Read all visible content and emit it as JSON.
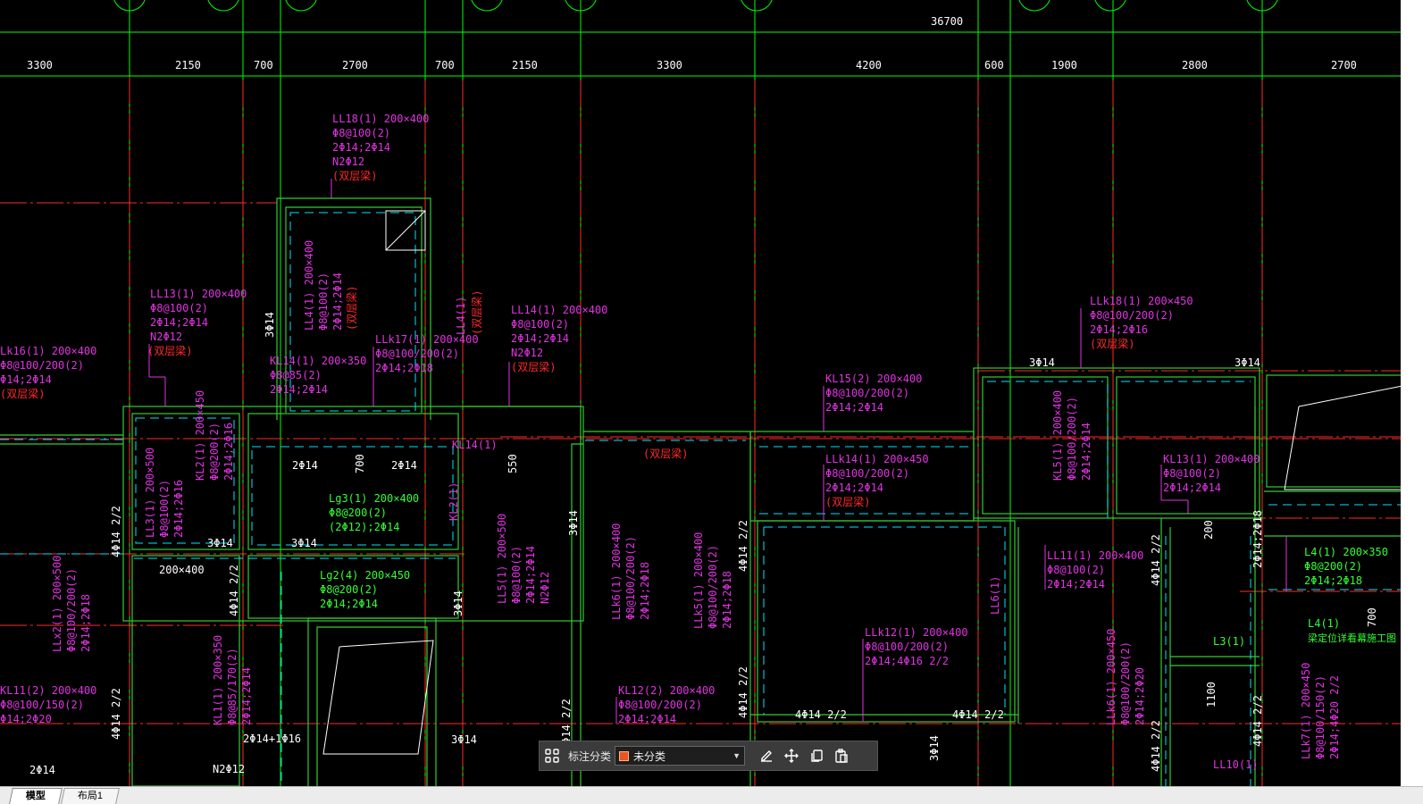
{
  "colors": {
    "background": "#000000",
    "axis": "#00ff00",
    "beam_line": "#ff2a2a",
    "wall": "#33cc33",
    "hidden": "#00e5ff",
    "label": "#e033e0",
    "label_red": "#ff2a2a",
    "label_green": "#33ff33",
    "white": "#ffffff",
    "category_swatch": "#e8551f"
  },
  "dimensions": {
    "total": "36700",
    "spans": [
      "3300",
      "2150",
      "700",
      "2700",
      "700",
      "2150",
      "3300",
      "4200",
      "600",
      "1900",
      "2800",
      "2700"
    ]
  },
  "annotations": {
    "ll18": [
      "LL18(1) 200×400",
      "Φ8@100(2)",
      "2Φ14;2Φ14",
      "N2Φ12"
    ],
    "ll18_note": "(双层梁)",
    "ll4v": [
      "LL4(1) 200×400",
      "Φ8@100(2)",
      "2Φ14;2Φ14"
    ],
    "ll4v_note": "(双层梁)",
    "ll13": [
      "LL13(1) 200×400",
      "Φ8@100(2)",
      "2Φ14;2Φ14",
      "N2Φ12"
    ],
    "ll13_note": "(双层梁)",
    "lk16": [
      "Lk16(1) 200×400",
      "Φ8@100/200(2)",
      "Φ14;2Φ14"
    ],
    "lk16_note": "(双层梁)",
    "kl14": [
      "KL14(1) 200×350",
      "Φ8@85(2)",
      "2Φ14;2Φ14"
    ],
    "llk17": [
      "LLk17(1) 200×400",
      "Φ8@100/200(2)",
      "2Φ14;2Φ18"
    ],
    "ll4b": "LL4(1)",
    "ll4b_note": "(双层梁)",
    "ll14": [
      "LL14(1) 200×400",
      "Φ8@100(2)",
      "2Φ14;2Φ14",
      "N2Φ12"
    ],
    "ll14_note": "(双层梁)",
    "llk18": [
      "LLk18(1) 200×450",
      "Φ8@100/200(2)",
      "2Φ14;2Φ16"
    ],
    "llk18_note": "(双层梁)",
    "kl15": [
      "KL15(2) 200×400",
      "Φ8@100/200(2)",
      "2Φ14;2Φ14"
    ],
    "llk14": [
      "LLk14(1) 200×450",
      "Φ8@100/200(2)",
      "2Φ14;2Φ14"
    ],
    "llk14_note": "(双层梁)",
    "mid_note": "(双层梁)",
    "kl5v": [
      "KL5(1) 200×400",
      "Φ8@100/200(2)",
      "2Φ14;2Φ14"
    ],
    "kl13": [
      "KL13(1) 200×400",
      "Φ8@100(2)",
      "2Φ14;2Φ14"
    ],
    "kl2v": [
      "KL2(1) 200×450",
      "Φ8@200(2)",
      "2Φ14;2Φ16"
    ],
    "ll3v": [
      "LL3(1) 200×500",
      "Φ8@100(2)",
      "2Φ14;2Φ16"
    ],
    "lg3": [
      "Lg3(1) 200×400",
      "Φ8@200(2)",
      "(2Φ12);2Φ14"
    ],
    "lg2": [
      "Lg2(4) 200×450",
      "Φ8@200(2)",
      "2Φ14;2Φ14"
    ],
    "kl14b": "KL14(1)",
    "kl2b": "KL2(1)",
    "ll5v": [
      "LL5(1) 200×500",
      "Φ8@100(2)",
      "2Φ14;2Φ14",
      "N2Φ12"
    ],
    "llk6v": [
      "LLk6(1) 200×400",
      "Φ8@100/200(2)",
      "2Φ14;2Φ18"
    ],
    "llk5v": [
      "LLk5(1) 200×400",
      "Φ8@100/200(2)",
      "2Φ14;2Φ18"
    ],
    "ll6": "LL6(1)",
    "ll11": [
      "LL11(1) 200×400",
      "Φ8@100(2)",
      "2Φ14;2Φ14"
    ],
    "l4": [
      "L4(1) 200×350",
      "Φ8@200(2)",
      "2Φ14;2Φ18"
    ],
    "l4b": "L4(1)",
    "l4b_note": "梁定位详看幕施工图",
    "l3": "L3(1)",
    "llk12": [
      "LLk12(1) 200×400",
      "Φ8@100/200(2)",
      "2Φ14;4Φ16 2/2"
    ],
    "kl12": [
      "KL12(2) 200×400",
      "Φ8@100/200(2)",
      "2Φ14;2Φ14"
    ],
    "llx2v": [
      "LLx2(1) 200×500",
      "Φ8@100/200(2)",
      "2Φ14;2Φ18"
    ],
    "kl1v": [
      "KL1(1) 200×350",
      "Φ8@85/170(2)",
      "2Φ14;2Φ14"
    ],
    "kl11": [
      "KL11(2) 200×400",
      "Φ8@100/150(2)",
      "Φ14;2Φ20"
    ],
    "llk6b": [
      "LLk6(1) 200×450",
      "Φ8@100/200(2)",
      "2Φ14;2Φ20"
    ],
    "llk7": [
      "LLk7(1) 200×450",
      "Φ8@100/150(2)",
      "2Φ14;4Φ20 2/2"
    ],
    "ll10": "LL10(1)",
    "rebar": {
      "r3014a": "3Φ14",
      "r3014b": "3Φ14",
      "r3014c": "3Φ14",
      "r3014d": "3Φ14",
      "r3014e": "3Φ14",
      "r3014f": "3Φ14",
      "r3014g": "3Φ14",
      "r3014h": "3Φ14",
      "r3014i": "3Φ14",
      "r2014a": "2Φ14",
      "r2014b": "2Φ14",
      "r2014c": "2Φ14",
      "r4014a": "4Φ14 2/2",
      "r4014b": "4Φ14 2/2",
      "r4014c": "4Φ14 2/2",
      "r4014d": "4Φ14 2/2",
      "r4014e": "4Φ14 2/2",
      "r4014f": "4Φ14 2/2",
      "r4014g": "4Φ14 2/2",
      "r4014h": "4Φ14 2/2",
      "r4014i": "4Φ14 2/2",
      "r4014j": "4Φ14 2/2",
      "r4014k": "4Φ14 2/2",
      "r2014_2": "2Φ14;2Φ18",
      "plus": "2Φ14+1Φ16",
      "n2012": "N2Φ12",
      "dim700": "700",
      "dim550": "550",
      "dim200x400": "200×400",
      "dim200": "200",
      "dim700b": "700",
      "dim1100": "1100"
    }
  },
  "toolbar": {
    "grid_icon": "grid-icon",
    "label": "标注分类",
    "selected": "未分类",
    "icons": [
      "edit-icon",
      "move-icon",
      "copy-icon",
      "paste-icon"
    ]
  },
  "layout_tabs": [
    "模型",
    "布局1"
  ]
}
